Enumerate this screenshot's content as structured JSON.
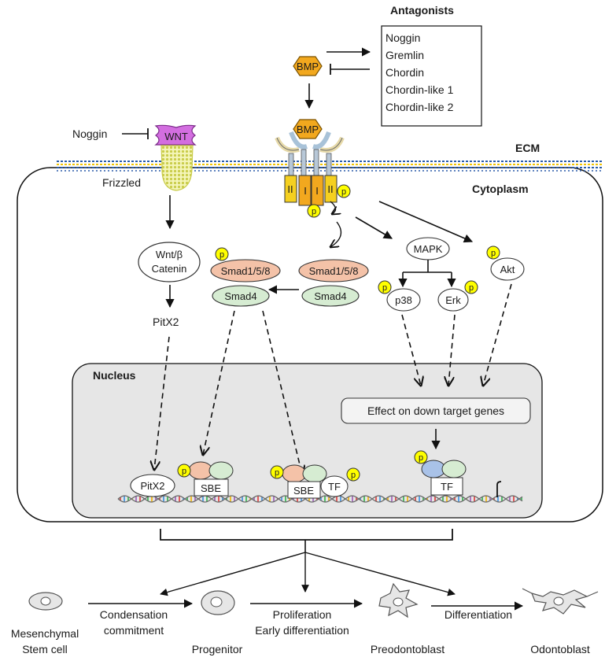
{
  "antagonists": {
    "title": "Antagonists",
    "items": [
      "Noggin",
      "Gremlin",
      "Chordin",
      "Chordin-like 1",
      "Chordin-like 2"
    ]
  },
  "bmp_label": "BMP",
  "receptor_type_ii": "II",
  "receptor_type_i": "I",
  "phospho": "p",
  "ecm_label": "ECM",
  "cytoplasm_label": "Cytoplasm",
  "nucleus_label": "Nucleus",
  "wnt": {
    "inhibitor": "Noggin",
    "ligand": "WNT",
    "receptor": "Frizzled",
    "catenin_line1": "Wnt/β",
    "catenin_line2": "Catenin",
    "target": "PitX2"
  },
  "smad": {
    "rsmad": "Smad1/5/8",
    "cosmad": "Smad4"
  },
  "noncanonical": {
    "mapk": "MAPK",
    "p38": "p38",
    "erk": "Erk",
    "akt": "Akt",
    "effect": "Effect on down target genes"
  },
  "dna_complexes": {
    "pitx2": "PitX2",
    "sbe": "SBE",
    "tf": "TF"
  },
  "stages": [
    {
      "name_line1": "Mesenchymal",
      "name_line2": "Stem cell"
    },
    {
      "name_line1": "Progenitor",
      "name_line2": ""
    },
    {
      "name_line1": "Preodontoblast",
      "name_line2": ""
    },
    {
      "name_line1": "Odontoblast",
      "name_line2": ""
    }
  ],
  "transitions": [
    {
      "line1": "Condensation",
      "line2": "commitment"
    },
    {
      "line1": "Proliferation",
      "line2": "Early differentiation"
    },
    {
      "line1": "Differentiation",
      "line2": ""
    }
  ],
  "colors": {
    "bmp": "#f2a81e",
    "receptor_i": "#f5d020",
    "wnt": "#d36ee0",
    "frizzled": "#eef08a",
    "rsmad": "#f4c2a8",
    "cosmad": "#d6ecd2",
    "nucleus": "#e6e6e6",
    "tf_blue": "#a9c2e8",
    "membrane": "#2a5caa"
  }
}
